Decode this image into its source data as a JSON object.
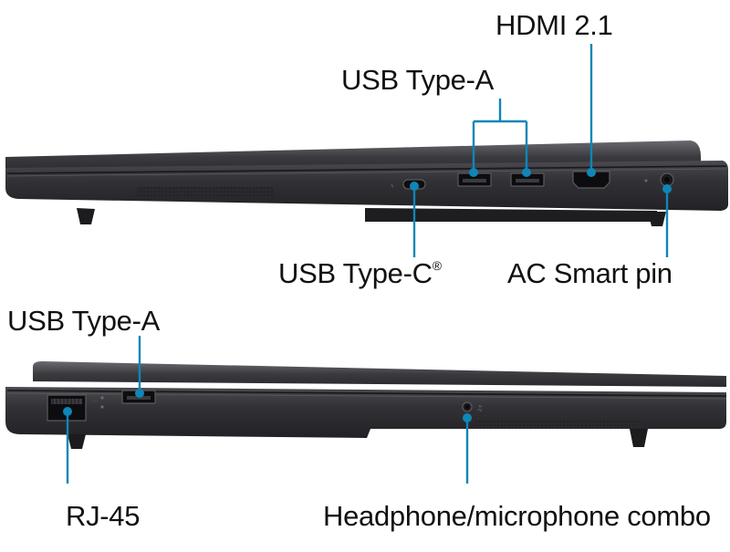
{
  "colors": {
    "callout_line": "#0f86b8",
    "callout_dot": "#0f86b8",
    "laptop_body": "#2f2f33",
    "laptop_edge": "#55555b",
    "port_fill": "#0d0d0f",
    "label_text": "#111111"
  },
  "top_view": {
    "labels": {
      "hdmi": "HDMI 2.1",
      "usb_a": "USB Type-A",
      "usb_c": "USB Type-C",
      "usb_c_mark": "®",
      "ac_pin": "AC Smart pin"
    }
  },
  "bottom_view": {
    "labels": {
      "usb_a": "USB Type-A",
      "rj45": "RJ-45",
      "audio": "Headphone/microphone combo"
    }
  }
}
